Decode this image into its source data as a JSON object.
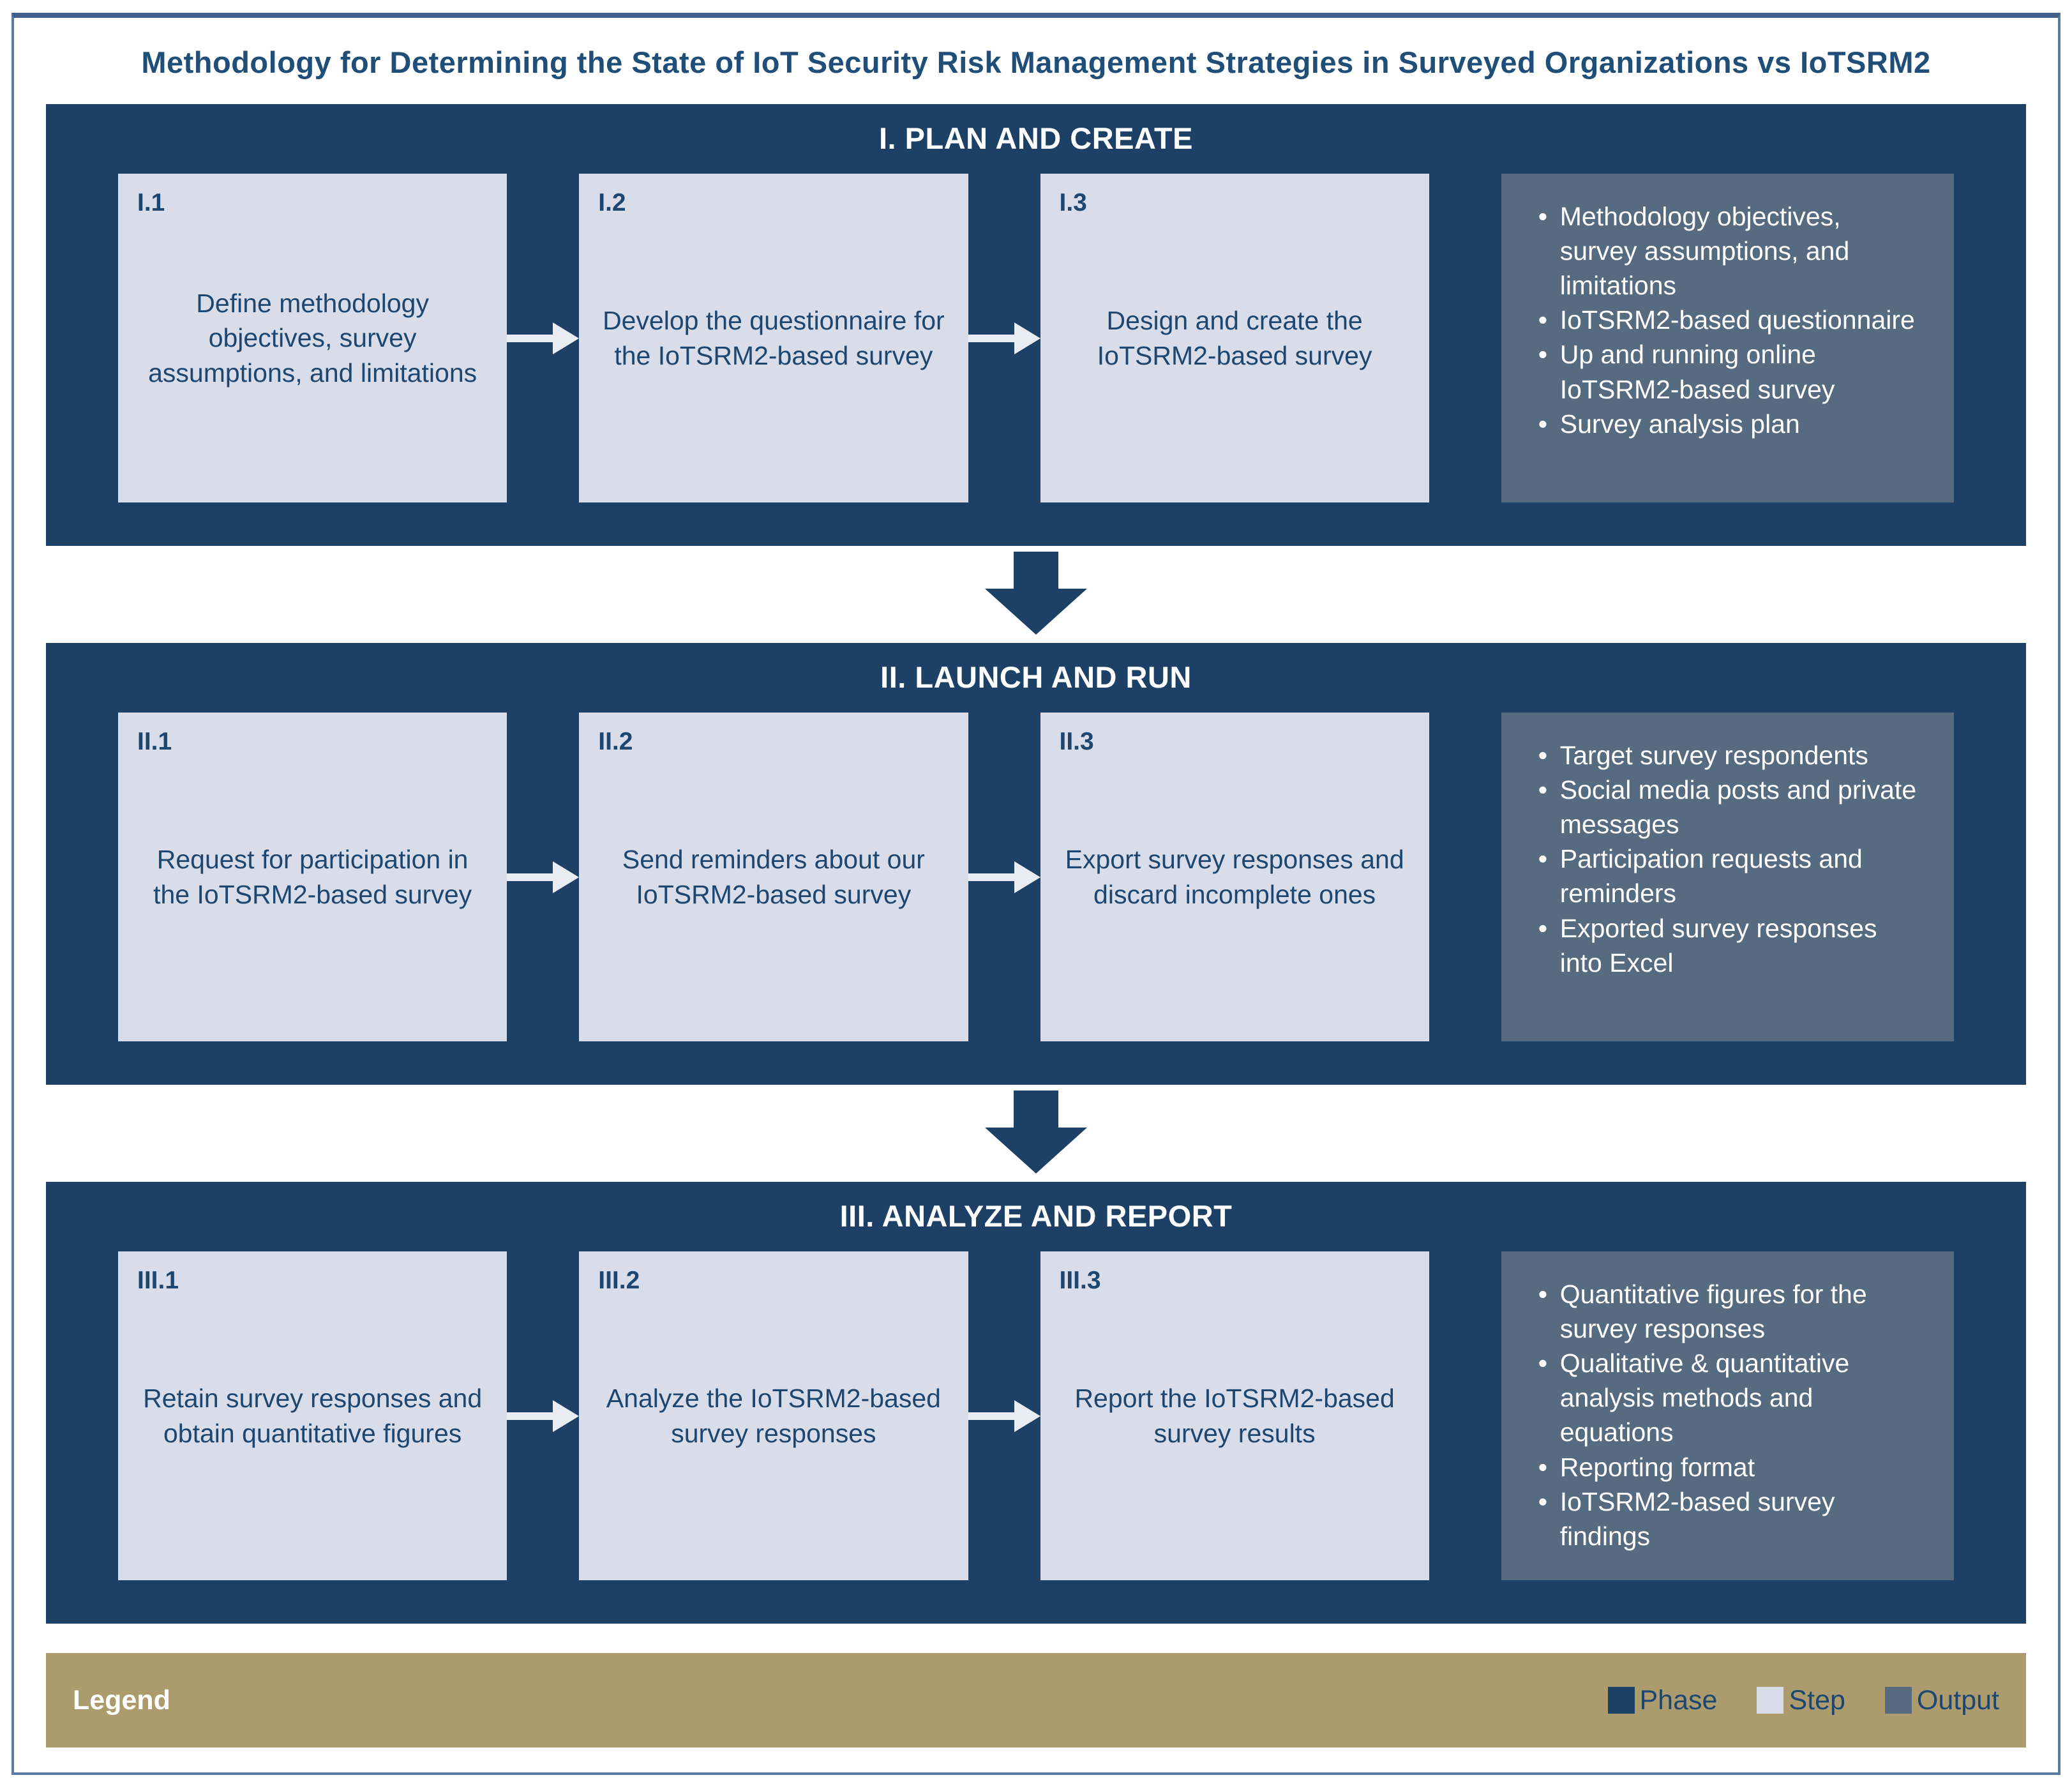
{
  "title": "Methodology for Determining the State of IoT Security Risk Management Strategies in Surveyed Organizations vs IoTSRM2",
  "phases": [
    {
      "header": "I. PLAN AND CREATE",
      "steps": [
        {
          "number": "I.1",
          "text": "Define methodology objectives, survey assumptions, and limitations"
        },
        {
          "number": "I.2",
          "text": "Develop the questionnaire for the IoTSRM2-based survey"
        },
        {
          "number": "I.3",
          "text": "Design and create the IoTSRM2-based survey"
        }
      ],
      "outputs": [
        "Methodology objectives, survey assumptions, and limitations",
        "IoTSRM2-based questionnaire",
        "Up and running online IoTSRM2-based survey",
        "Survey analysis plan"
      ]
    },
    {
      "header": "II. LAUNCH AND RUN",
      "steps": [
        {
          "number": "II.1",
          "text": "Request for participation in the IoTSRM2-based survey"
        },
        {
          "number": "II.2",
          "text": "Send reminders about our IoTSRM2-based survey"
        },
        {
          "number": "II.3",
          "text": "Export survey responses and discard incomplete ones"
        }
      ],
      "outputs": [
        "Target survey respondents",
        "Social media posts and private messages",
        "Participation requests and reminders",
        "Exported survey responses into Excel"
      ]
    },
    {
      "header": "III. ANALYZE AND REPORT",
      "steps": [
        {
          "number": "III.1",
          "text": "Retain survey responses and obtain quantitative figures"
        },
        {
          "number": "III.2",
          "text": "Analyze the IoTSRM2-based survey responses"
        },
        {
          "number": "III.3",
          "text": "Report the IoTSRM2-based survey results"
        }
      ],
      "outputs": [
        "Quantitative figures for the survey responses",
        "Qualitative & quantitative analysis methods and equations",
        "Reporting format",
        "IoTSRM2-based survey findings"
      ]
    }
  ],
  "legend": {
    "title": "Legend",
    "items": [
      {
        "label": "Phase",
        "color": "#1d4066"
      },
      {
        "label": "Step",
        "color": "#d8dde9"
      },
      {
        "label": "Output",
        "color": "#566a80"
      }
    ]
  },
  "colors": {
    "phase_band": "#1d4066",
    "step_box": "#d8dde9",
    "output_box": "#566a80",
    "legend_bar": "#ac9c6d",
    "title_text": "#1f4e79",
    "step_text": "#1d4670",
    "frame_border": "#5c7ba2",
    "step_arrow": "#e9ecf3"
  }
}
